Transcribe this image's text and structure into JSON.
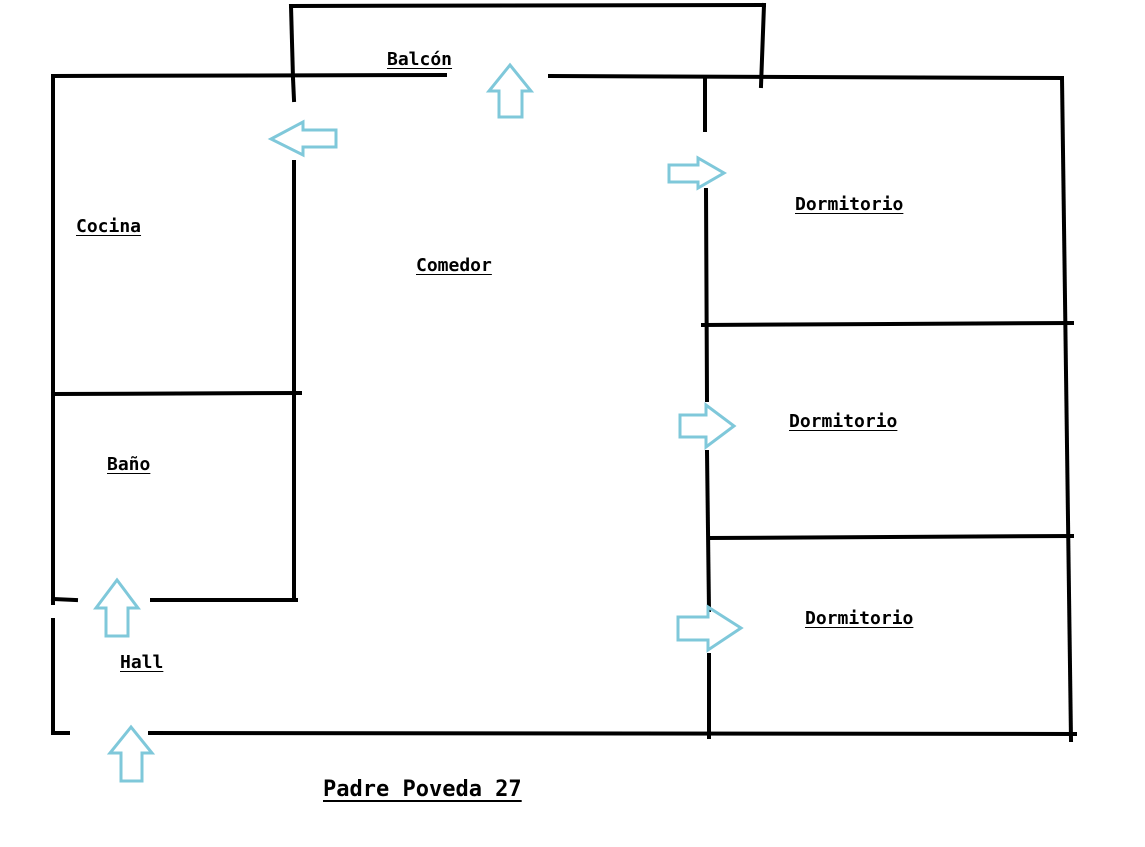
{
  "rooms": {
    "balcon": "Balcón",
    "cocina": "Cocina",
    "comedor": "Comedor",
    "bano": "Baño",
    "hall": "Hall",
    "dormitorio_1": "Dormitorio",
    "dormitorio_2": "Dormitorio",
    "dormitorio_3": "Dormitorio"
  },
  "address": "Padre Poveda 27",
  "colors": {
    "walls": "#000000",
    "arrows": "#7fc8da"
  }
}
